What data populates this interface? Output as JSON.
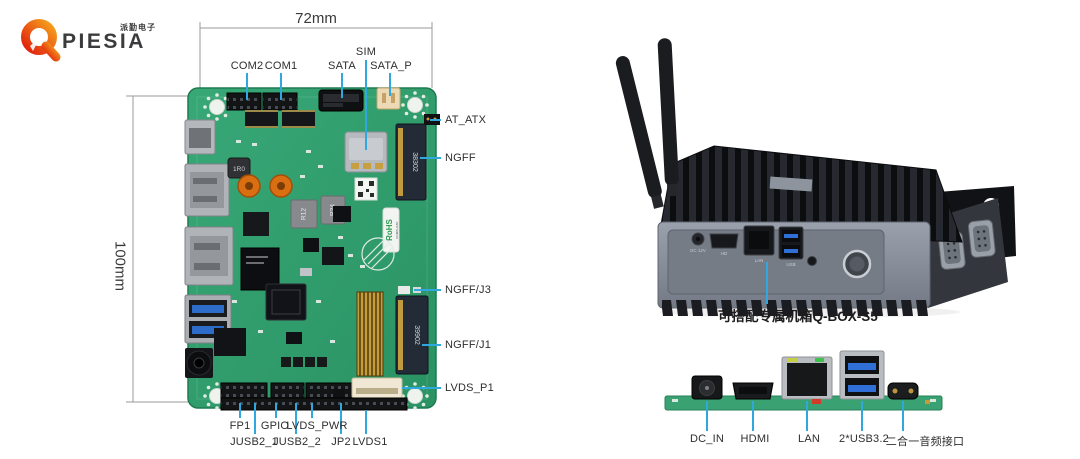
{
  "logo": {
    "brand": "PIESIA",
    "tagline": "派勤电子"
  },
  "board": {
    "dim_width": "72mm",
    "dim_height": "100mm",
    "top_labels": [
      "COM2",
      "COM1",
      "SATA",
      "SIM",
      "SATA_P"
    ],
    "right_labels": [
      "AT_ATX",
      "NGFF",
      "NGFF/J3",
      "NGFF/J1",
      "LVDS_P1"
    ],
    "bottom_row1": [
      "FP1",
      "GPIO",
      "LVDS_PWR"
    ],
    "bottom_row2": [
      "JUSB2_1",
      "JUSB2_2",
      "JP2",
      "LVDS1"
    ],
    "silkscreen": {
      "rohs": "RoHS",
      "compliant": "COMPLIANT",
      "m2_top": "38302",
      "m2_bottom": "39902",
      "ind_1r0": "1R0",
      "ind_r12": "R12",
      "ind_r24": "R24"
    }
  },
  "chassis": {
    "caption": "可搭配专属机箱Q-BOX-S5",
    "etched": [
      "DC 12V",
      "HD",
      "LAN",
      "USB"
    ]
  },
  "rear_io": {
    "labels": [
      "DC_IN",
      "HDMI",
      "LAN",
      "2*USB3.2",
      "二合一音频接口"
    ]
  },
  "colors": {
    "leader_line": "#2fa8e0",
    "dimension_line": "#9a9a9a",
    "pcb_green": "#2f9f6e",
    "brand_red": "#e63312",
    "brand_orange": "#f59b1f",
    "chassis_gray": "#8b919c"
  }
}
